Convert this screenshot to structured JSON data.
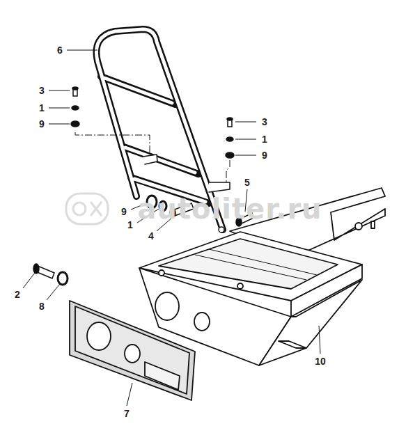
{
  "diagram": {
    "labels": [
      "6",
      "3",
      "1",
      "9",
      "3",
      "1",
      "9",
      "5",
      "9",
      "1",
      "4",
      "2",
      "8",
      "10",
      "7",
      "autoliter.ru"
    ]
  }
}
